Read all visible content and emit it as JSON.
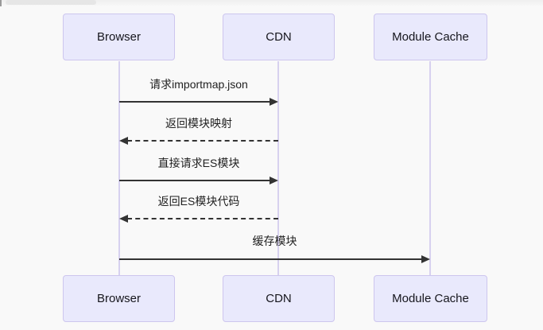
{
  "diagram": {
    "type": "sequence",
    "actors": [
      {
        "id": "browser",
        "label": "Browser"
      },
      {
        "id": "cdn",
        "label": "CDN"
      },
      {
        "id": "module-cache",
        "label": "Module Cache"
      }
    ],
    "messages": [
      {
        "from": "browser",
        "to": "cdn",
        "label": "请求importmap.json",
        "line": "solid",
        "direction": "right"
      },
      {
        "from": "cdn",
        "to": "browser",
        "label": "返回模块映射",
        "line": "dashed",
        "direction": "left"
      },
      {
        "from": "browser",
        "to": "cdn",
        "label": "直接请求ES模块",
        "line": "solid",
        "direction": "right"
      },
      {
        "from": "cdn",
        "to": "browser",
        "label": "返回ES模块代码",
        "line": "dashed",
        "direction": "left"
      },
      {
        "from": "browser",
        "to": "module-cache",
        "label": "缓存模块",
        "line": "solid",
        "direction": "right"
      }
    ],
    "colors": {
      "background": "#f9f9f9",
      "actor_fill": "#e9e9fc",
      "actor_border": "#cdc6ee",
      "lifeline": "#d7d1ef",
      "message_line": "#333333",
      "text": "#1f1f1f"
    }
  }
}
